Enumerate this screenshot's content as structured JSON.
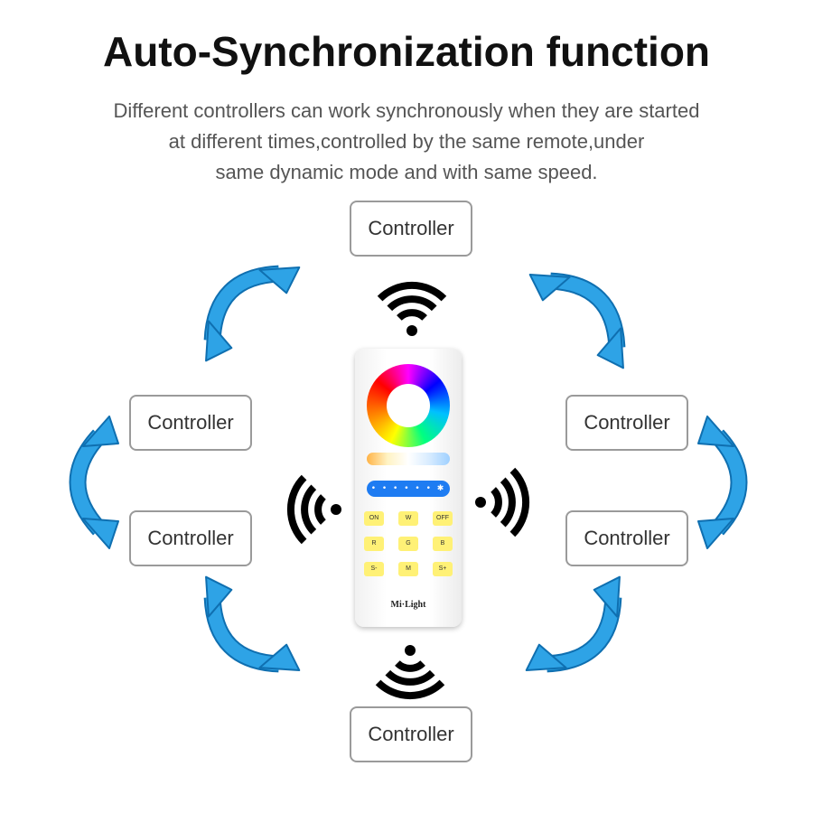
{
  "title": "Auto-Synchronization function",
  "description": [
    "Different controllers can work synchronously when they are started",
    "at different times,controlled by the same remote,under",
    "same dynamic mode and with same speed."
  ],
  "controllers": {
    "top": "Controller",
    "left_upper": "Controller",
    "right_upper": "Controller",
    "left_lower": "Controller",
    "right_lower": "Controller",
    "bottom": "Controller"
  },
  "remote": {
    "keys": [
      "ON",
      "W",
      "OFF",
      "R",
      "G",
      "B",
      "S-",
      "M",
      "S+"
    ],
    "brand": "Mi·Light",
    "brightness_dots": "• • • • • • ✱"
  },
  "icons": {
    "arrow": "curved-double-arrow-icon",
    "signal": "wifi-signal-icon",
    "arrow_color": "#2ea3e6",
    "signal_color": "#000000"
  }
}
